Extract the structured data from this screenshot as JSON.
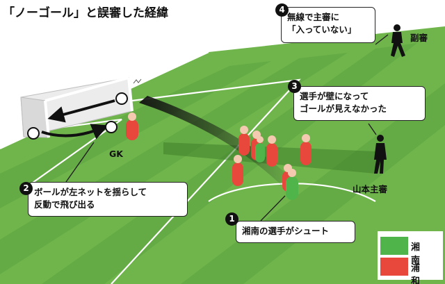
{
  "title": "「ノーゴール」と誤審した経緯",
  "labels": {
    "gk": "GK",
    "main_referee": "山本主審",
    "assistant_referee": "副審"
  },
  "callouts": [
    {
      "number": "1",
      "lines": [
        "湘南の選手がシュート"
      ]
    },
    {
      "number": "2",
      "lines": [
        "ボールが左ネットを揺らして",
        "反動で飛び出る"
      ]
    },
    {
      "number": "3",
      "lines": [
        "選手が壁になって",
        "ゴールが見えなかった"
      ]
    },
    {
      "number": "4",
      "lines": [
        "無線で主審に",
        "「入っていない」"
      ]
    }
  ],
  "legend": [
    {
      "team": "湘南",
      "color": "#4fb449"
    },
    {
      "team": "浦和",
      "color": "#e8473c"
    }
  ],
  "colors": {
    "pitch": "#6fb54c",
    "pitch_stripe": "#63a944",
    "lines": "#ffffff",
    "shonan": "#4fb449",
    "urawa": "#e8473c"
  }
}
